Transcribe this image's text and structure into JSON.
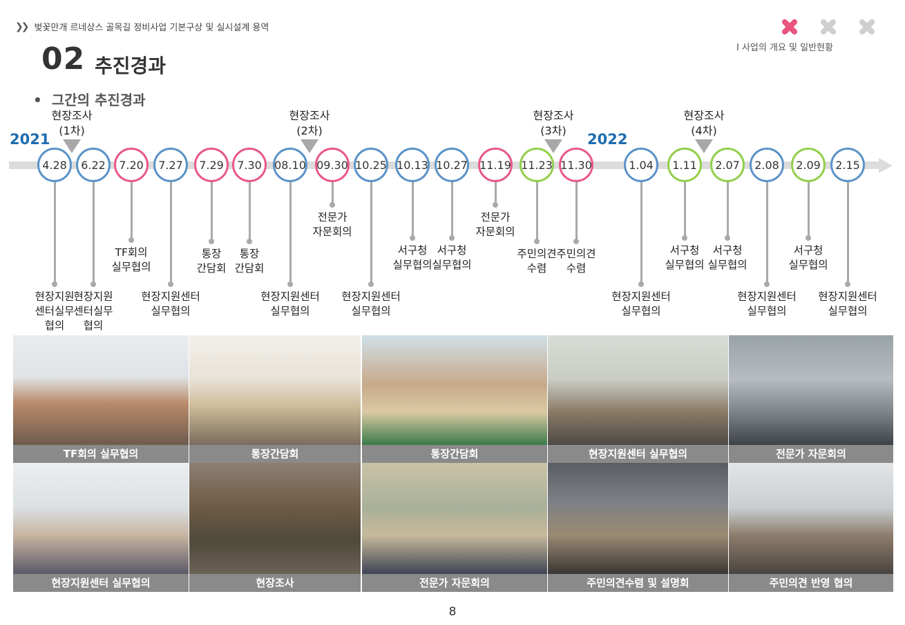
{
  "header": {
    "project_title": "벚꽃만개 르네상스 골목길 정비사업 기본구상 및 실시설계 용역",
    "section_label": "I 사업의 개요 및 일반현황",
    "chapter_number": "02",
    "chapter_title": "추진경과",
    "subtitle": "그간의 추진경과"
  },
  "colors": {
    "blue": "#5b92c8",
    "pink": "#e9578a",
    "green": "#92cf4a",
    "year": "#1f6cb0",
    "caption_bg": "#8a8a8a"
  },
  "timeline": {
    "years": [
      "2021",
      "2022"
    ],
    "nodes": [
      {
        "date": "4.28",
        "color": "blue",
        "label": "현장지원\n센터실무\n협의"
      },
      {
        "date": "6.22",
        "color": "blue",
        "label": "현장지원\n센터실무\n협의"
      },
      {
        "date": "7.20",
        "color": "pink",
        "label": "TF회의\n실무협의"
      },
      {
        "date": "7.27",
        "color": "blue",
        "label": "현장지원센터\n실무협의"
      },
      {
        "date": "7.29",
        "color": "pink",
        "label": "통장\n간담회"
      },
      {
        "date": "7.30",
        "color": "pink",
        "label": "통장\n간담회"
      },
      {
        "date": "08.10",
        "color": "blue",
        "label": "현장지원센터\n실무협의"
      },
      {
        "date": "09.30",
        "color": "pink",
        "label": "전문가\n자문회의"
      },
      {
        "date": "10.25",
        "color": "blue",
        "label": "현장지원센터\n실무협의"
      },
      {
        "date": "10.13",
        "color": "blue",
        "label": "서구청\n실무협의"
      },
      {
        "date": "10.27",
        "color": "blue",
        "label": "서구청\n실무협의"
      },
      {
        "date": "11.19",
        "color": "pink",
        "label": "전문가\n자문회의"
      },
      {
        "date": "11.23",
        "color": "green",
        "label": "주민의견\n수렴"
      },
      {
        "date": "11.30",
        "color": "pink",
        "label": "주민의견\n수렴"
      },
      {
        "date": "1.04",
        "color": "blue",
        "label": "현장지원센터\n실무협의"
      },
      {
        "date": "1.11",
        "color": "green",
        "label": "서구청\n실무협의"
      },
      {
        "date": "2.07",
        "color": "green",
        "label": "서구청\n실무협의"
      },
      {
        "date": "2.08",
        "color": "blue",
        "label": "현장지원센터\n실무협의"
      },
      {
        "date": "2.09",
        "color": "green",
        "label": "서구청\n실무협의"
      },
      {
        "date": "2.15",
        "color": "blue",
        "label": "현장지원센터\n실무협의"
      }
    ],
    "surveys": [
      "현장조사\n(1차)",
      "현장조사\n(2차)",
      "현장조사\n(3차)",
      "현장조사\n(4차)"
    ]
  },
  "photos": [
    {
      "caption": "TF회의 실무협의"
    },
    {
      "caption": "통장간담회"
    },
    {
      "caption": "통장간담회"
    },
    {
      "caption": "현장지원센터 실무협의"
    },
    {
      "caption": "전문가 자문회의"
    },
    {
      "caption": "현장지원센터 실무협의"
    },
    {
      "caption": "현장조사"
    },
    {
      "caption": "전문가 자문회의"
    },
    {
      "caption": "주민의견수렴 및 설명회"
    },
    {
      "caption": "주민의견 반영 협의"
    }
  ],
  "footer": {
    "page_number": "8"
  }
}
